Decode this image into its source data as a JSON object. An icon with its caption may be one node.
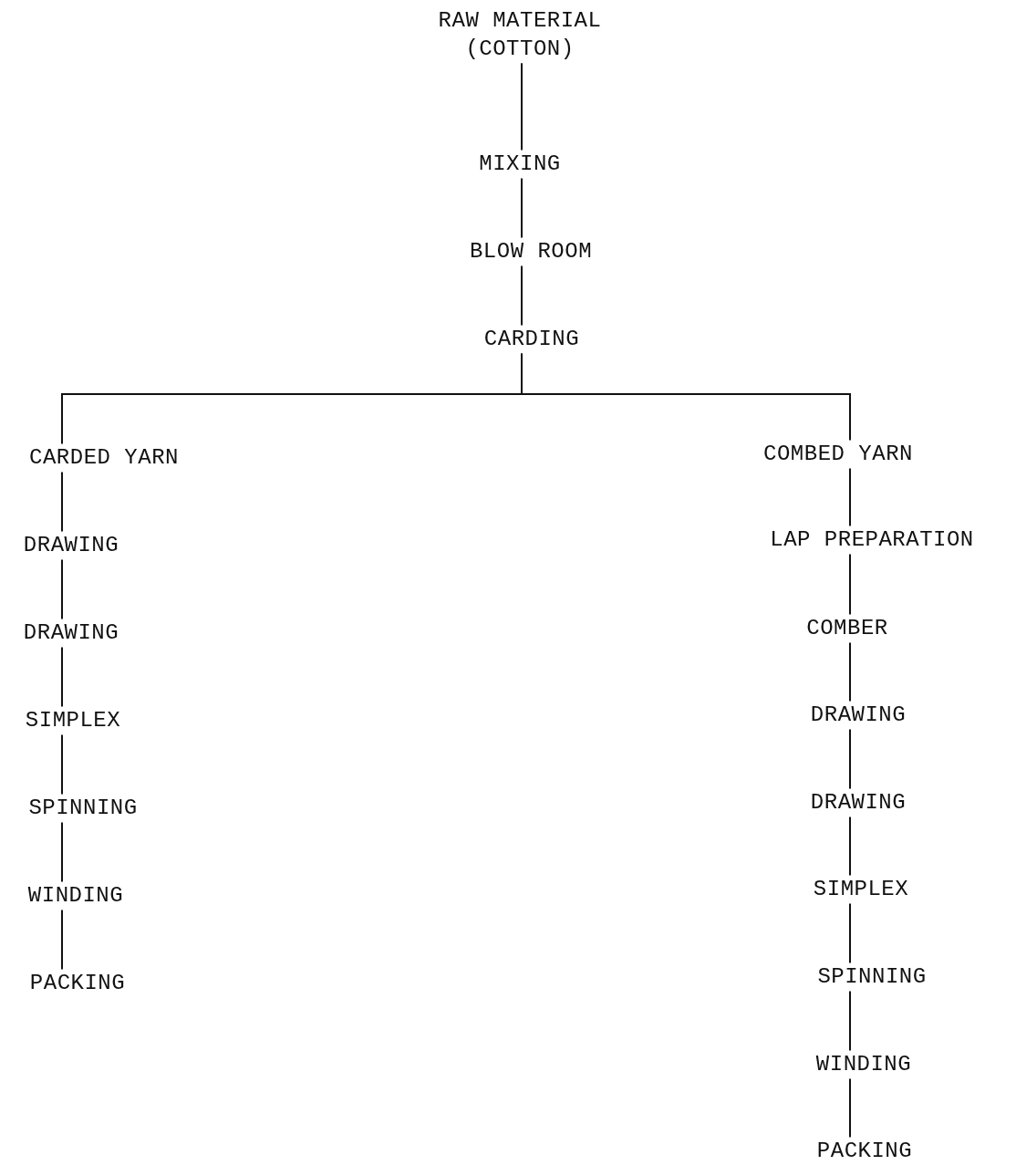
{
  "diagram": {
    "nodes": [
      {
        "text": [
          "RAW MATERIAL (COTTON)"
        ]
      },
      {
        "text": [
          "MIXING"
        ]
      },
      {
        "text": [
          "BLOW ROOM"
        ]
      },
      {
        "text": [
          "CARDING"
        ]
      },
      {
        "text": [
          "CARDED YARN"
        ]
      },
      {
        "text": [
          "DRAWING"
        ]
      },
      {
        "text": [
          "DRAWING"
        ]
      },
      {
        "text": [
          "SIMPLEX"
        ]
      },
      {
        "text": [
          "SPINNING"
        ]
      },
      {
        "text": [
          "WINDING"
        ]
      },
      {
        "text": [
          "PACKING"
        ]
      },
      {
        "text": [
          "COMBED YARN"
        ]
      },
      {
        "text": [
          "LAP PREPARATION"
        ]
      },
      {
        "text": [
          "COMBER"
        ]
      },
      {
        "text": [
          "DRAWING"
        ]
      },
      {
        "text": [
          "DRAWING"
        ]
      },
      {
        "text": [
          "SIMPLEX"
        ]
      },
      {
        "text": [
          "SPINNING"
        ]
      },
      {
        "text": [
          "WINDING"
        ]
      },
      {
        "text": [
          "PACKING"
        ]
      }
    ],
    "edges": [
      {
        "from": 0,
        "to": 1,
        "arrow": "none"
      },
      {
        "from": 1,
        "to": 2,
        "arrow": "none"
      },
      {
        "from": 2,
        "to": 3,
        "arrow": "none"
      },
      {
        "from": 3,
        "to": 4,
        "arrow": "none"
      },
      {
        "from": 3,
        "to": 11,
        "arrow": "none"
      },
      {
        "from": 4,
        "to": 5,
        "arrow": "none"
      },
      {
        "from": 5,
        "to": 6,
        "arrow": "none"
      },
      {
        "from": 6,
        "to": 7,
        "arrow": "none"
      },
      {
        "from": 7,
        "to": 8,
        "arrow": "none"
      },
      {
        "from": 8,
        "to": 9,
        "arrow": "none"
      },
      {
        "from": 9,
        "to": 10,
        "arrow": "none"
      },
      {
        "from": 11,
        "to": 12,
        "arrow": "none"
      },
      {
        "from": 12,
        "to": 13,
        "arrow": "none"
      },
      {
        "from": 13,
        "to": 14,
        "arrow": "none"
      },
      {
        "from": 14,
        "to": 15,
        "arrow": "none"
      },
      {
        "from": 15,
        "to": 16,
        "arrow": "none"
      },
      {
        "from": 16,
        "to": 17,
        "arrow": "none"
      },
      {
        "from": 17,
        "to": 18,
        "arrow": "none"
      },
      {
        "from": 18,
        "to": 19,
        "arrow": "none"
      }
    ]
  }
}
